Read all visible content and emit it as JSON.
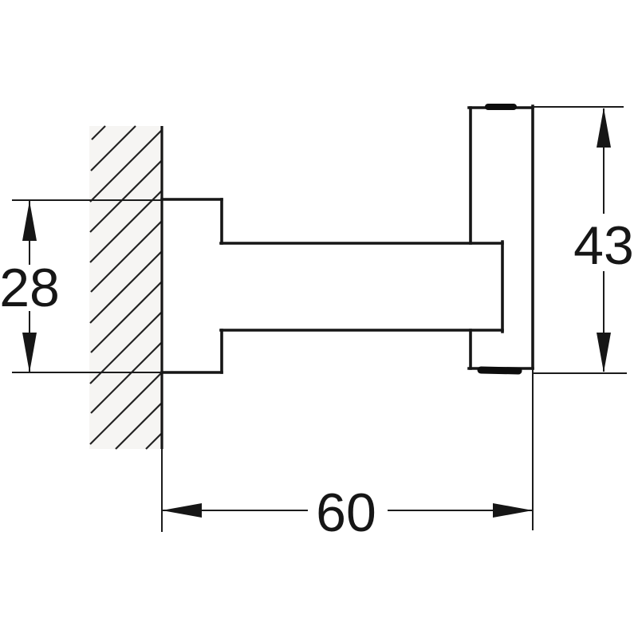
{
  "drawing": {
    "kind": "technical-dimension-drawing",
    "view": "side-elevation-wall-hook"
  },
  "colors": {
    "line": "#161616",
    "background": "#ffffff",
    "wall_tint": "#f6f5f3"
  },
  "dimensions": {
    "mount_height": {
      "label": "28"
    },
    "hook_plate_height": {
      "label": "43"
    },
    "projection": {
      "label": "60"
    }
  }
}
